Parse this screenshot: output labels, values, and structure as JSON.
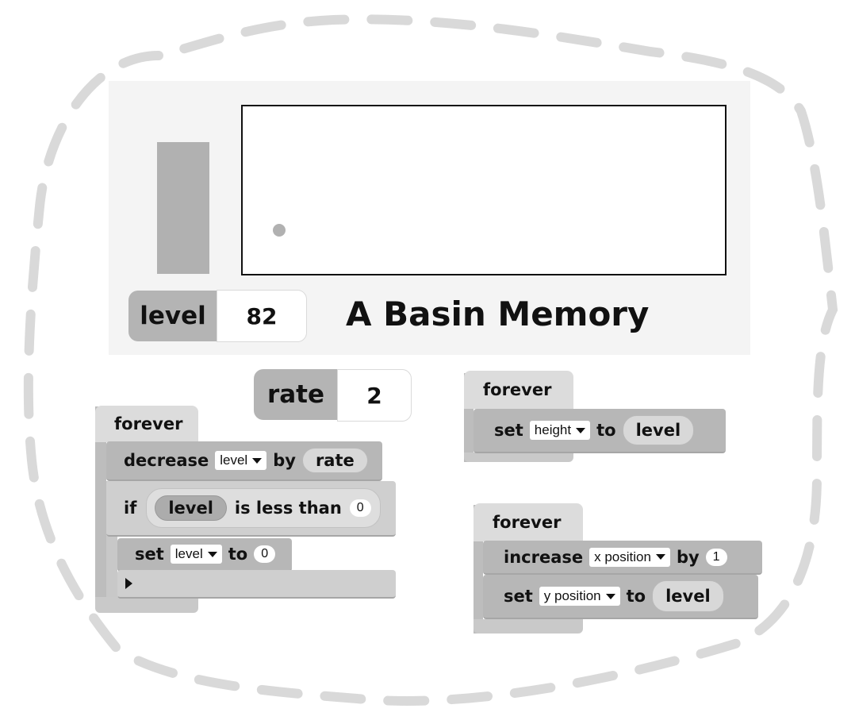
{
  "title": "A Basin Memory",
  "monitors": {
    "level": {
      "label": "level",
      "value": "82"
    },
    "rate": {
      "label": "rate",
      "value": "2"
    }
  },
  "script_left": {
    "hat": "forever",
    "decrease": {
      "keyword": "decrease",
      "variable": "level",
      "by": "by",
      "reporter": "rate"
    },
    "if": {
      "keyword": "if",
      "reporter": "level",
      "operator": "is less than",
      "value": "0"
    },
    "set": {
      "keyword": "set",
      "variable": "level",
      "to": "to",
      "value": "0"
    }
  },
  "script_right_top": {
    "hat": "forever",
    "set": {
      "keyword": "set",
      "property": "height",
      "to": "to",
      "reporter": "level"
    }
  },
  "script_right_bottom": {
    "hat": "forever",
    "increase": {
      "keyword": "increase",
      "property": "x position",
      "by": "by",
      "value": "1"
    },
    "set": {
      "keyword": "set",
      "property": "y position",
      "to": "to",
      "reporter": "level"
    }
  },
  "icons": [
    "caret-down-icon",
    "play-triangle-icon"
  ],
  "colors": {
    "outline": "#d9d9d9",
    "panel": "#f4f4f4",
    "bar": "#b1b1b1"
  }
}
